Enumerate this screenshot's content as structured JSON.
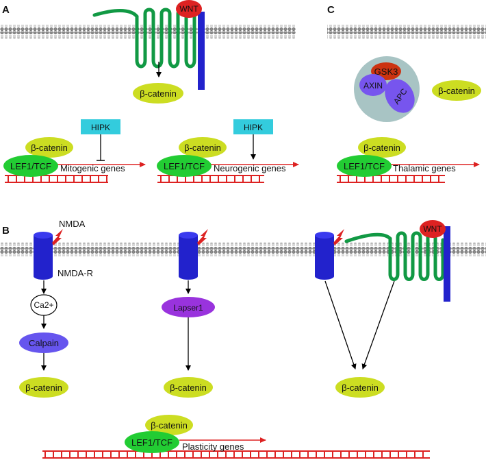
{
  "panels": {
    "a": "A",
    "b": "B",
    "c": "C"
  },
  "molecules": {
    "wnt": "WNT",
    "beta_catenin": "β-catenin",
    "lef_tcf": "LEF1/TCF",
    "hipk": "HIPK",
    "gsk3": "GSK3",
    "axin": "AXIN",
    "apc": "APC",
    "nmda": "NMDA",
    "nmda_r": "NMDA-R",
    "ca": "Ca2+",
    "calpain": "Calpain",
    "lapser1": "Lapser1"
  },
  "genes": {
    "mitogenic": "Mitogenic genes",
    "neurogenic": "Neurogenic genes",
    "thalamic": "Thalamic genes",
    "plasticity": "Plasticity genes"
  },
  "colors": {
    "beta_catenin": "#ccdd22",
    "lef_tcf": "#22cc33",
    "hipk": "#33ccdd",
    "wnt": "#dd2222",
    "receptor": "#2222cc",
    "receptor_loop": "#119944",
    "dna": "#dd2222",
    "calpain": "#6655ee",
    "lapser1": "#9933dd",
    "complex_bg": "#a8c4c4",
    "gsk3": "#cc3311",
    "axin_apc": "#7755ee"
  }
}
